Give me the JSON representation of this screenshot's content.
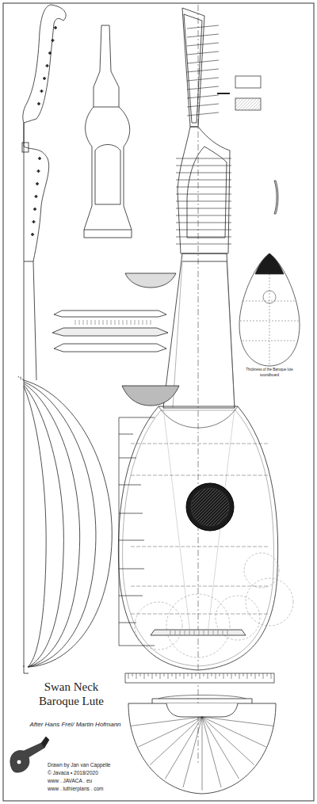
{
  "diagram": {
    "title": "Swan Neck Baroque Lute",
    "labels": [
      "After Hans Frei/ Martin Hofmann",
      "Drawn by Jan van Cappelle",
      "© Javaca • 2018/2020",
      "www . JAVACA . eu",
      "www . luthierplans . com",
      "Thickness of the Baroque lute soundboard"
    ]
  }
}
